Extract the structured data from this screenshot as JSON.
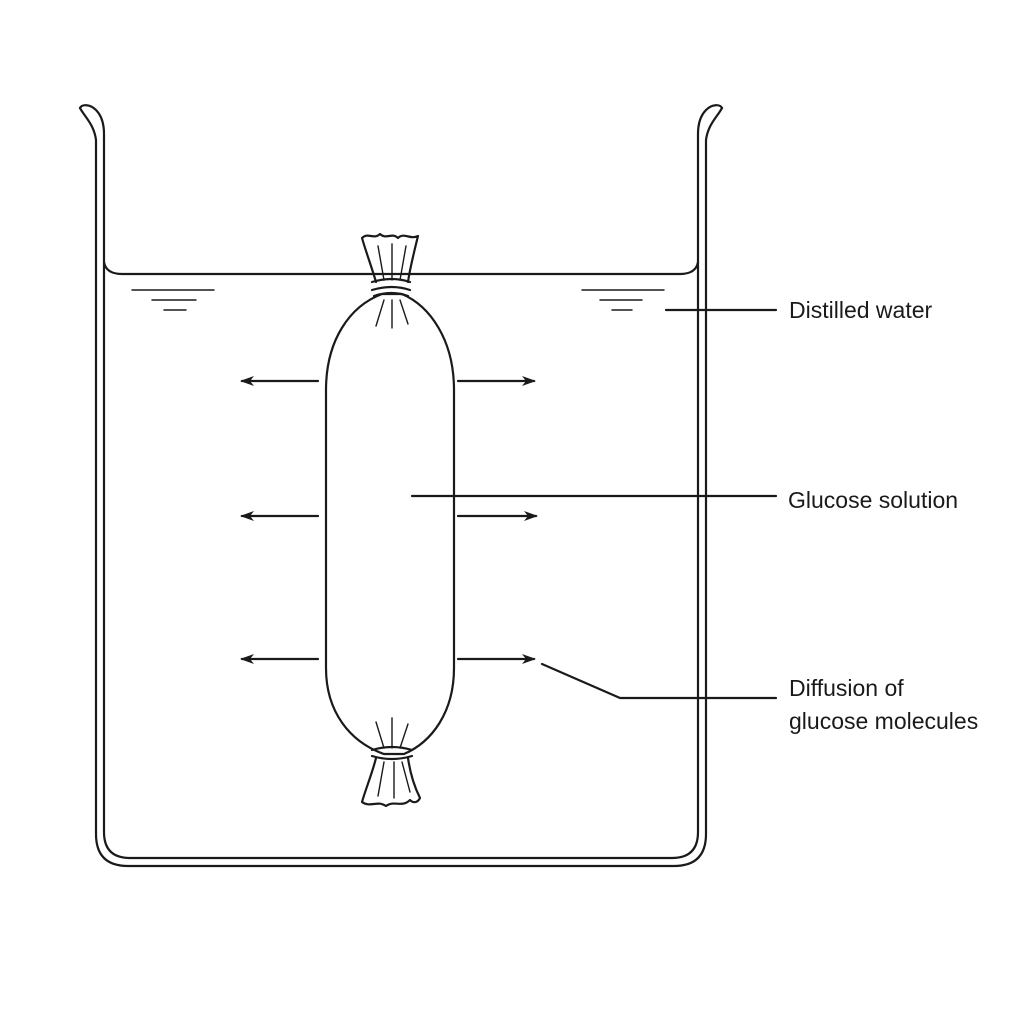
{
  "labels": {
    "distilled_water": "Distilled water",
    "glucose_solution": "Glucose solution",
    "diffusion_line1": "Diffusion of",
    "diffusion_line2": "glucose molecules"
  },
  "icons": {
    "beaker": "beaker-icon",
    "dialysis_bag": "dialysis-bag-icon",
    "arrow": "arrow-icon",
    "water_surface": "water-surface-mark-icon"
  },
  "colors": {
    "line": "#1a1a1a",
    "background": "#ffffff"
  }
}
